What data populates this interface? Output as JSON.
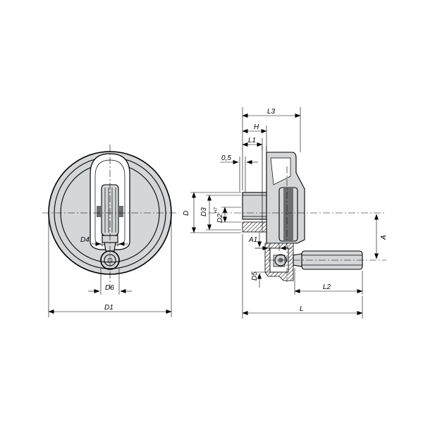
{
  "front_view": {
    "labels": {
      "d4": "D4",
      "d6": "D6",
      "d1": "D1"
    }
  },
  "side_view": {
    "labels": {
      "l3": "L3",
      "h": "H",
      "l1": "L1",
      "gap": "0,5",
      "d": "D",
      "d3": "D3",
      "d2": "D2",
      "d2_tol": "H7",
      "a1": "A1",
      "a": "A",
      "d5": "D5",
      "l2": "L2",
      "l": "L"
    }
  },
  "colors": {
    "fill": "#d4d6d8",
    "dark": "#6c6f72",
    "line": "#000000"
  }
}
